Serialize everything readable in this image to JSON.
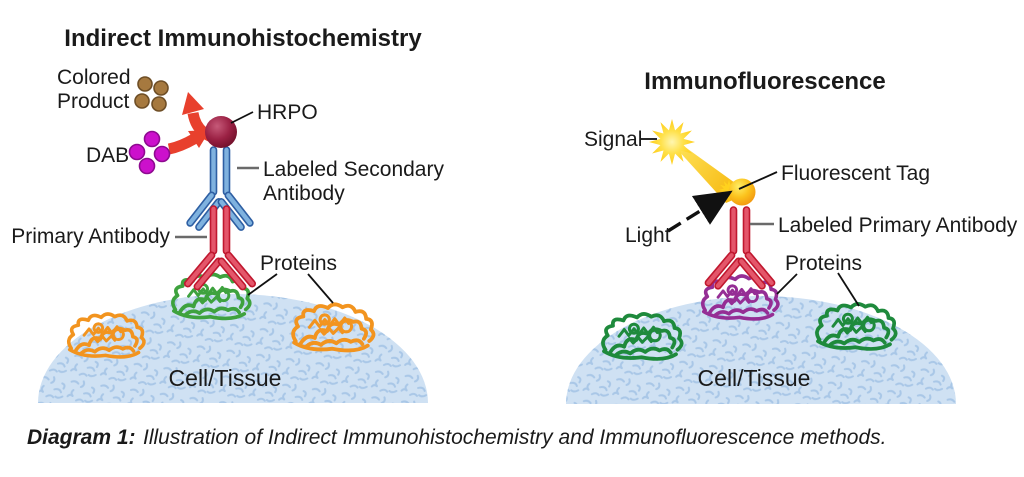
{
  "left_panel": {
    "title": "Indirect Immunohistochemistry",
    "colored_product_line1": "Colored",
    "colored_product_line2": "Product",
    "dab_label": "DAB",
    "hrpo_label": "HRPO",
    "secondary_label_line1": "Labeled Secondary",
    "secondary_label_line2": "Antibody",
    "primary_label": "Primary Antibody",
    "proteins_label": "Proteins",
    "cell_label": "Cell/Tissue"
  },
  "right_panel": {
    "title": "Immunofluorescence",
    "signal_label": "Signal",
    "fluorescent_tag_label": "Fluorescent Tag",
    "light_label": "Light",
    "labeled_primary_label": "Labeled Primary Antibody",
    "proteins_label": "Proteins",
    "cell_label": "Cell/Tissue"
  },
  "caption": {
    "prefix": "Diagram 1:",
    "text": "Illustration of Indirect Immunohistochemistry and Immunofluorescence methods."
  },
  "colors": {
    "background": "#FFFFFF",
    "text": "#1A1A1A",
    "cell_fill": "#CFE1F3",
    "cell_speckle": "#A9C7E7",
    "antibody_blue_fill": "#7FB2DF",
    "antibody_blue_outline": "#2E5FA3",
    "antibody_red_fill": "#E4566A",
    "antibody_red_outline": "#C0182F",
    "hrpo_sphere": "#9B2144",
    "arrow_red": "#E8402D",
    "dab_dot_fill": "#CC10CC",
    "dab_dot_outline": "#8E0A90",
    "product_dot_fill": "#A6793F",
    "product_dot_outline": "#6E4E26",
    "protein_green": "#3EA23E",
    "protein_orange": "#F2941F",
    "protein_purple": "#952E95",
    "protein_dark_green": "#1E8A3C",
    "signal_yellow": "#FFD21E",
    "tag_orange": "#F29111",
    "connector_gray": "#6A6A6A",
    "pointer_black": "#111111"
  }
}
